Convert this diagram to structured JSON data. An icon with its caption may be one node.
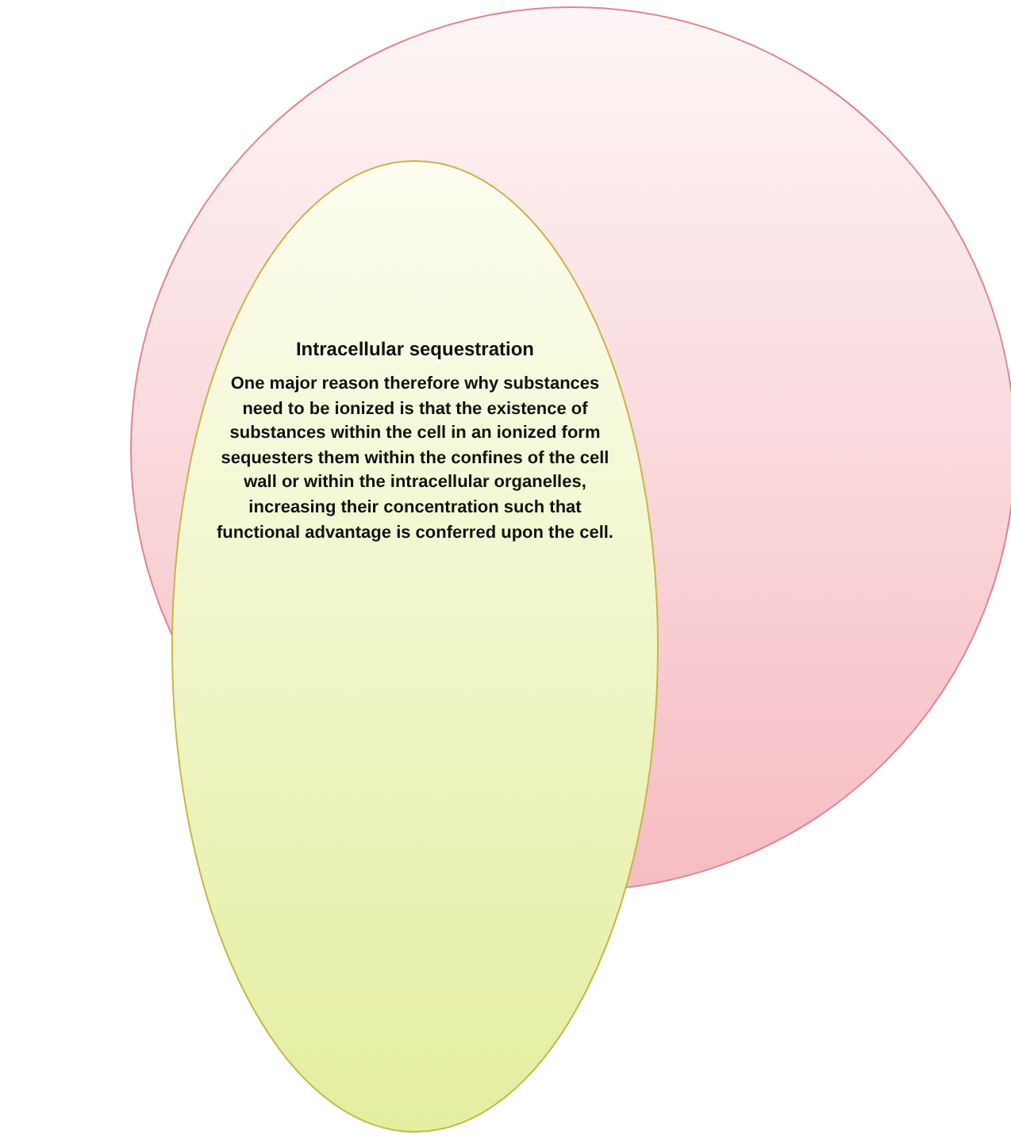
{
  "diagram": {
    "nodes": [
      {
        "text": [],
        "shape": "circle"
      },
      {
        "text": [
          "Intracellular sequestration",
          "One major reason therefore why substances need to be ionized is that the existence of substances within the cell in an ionized form sequesters them within the confines of the cell wall or within the intracellular organelles, increasing their concentration such that functional advantage is conferred upon the cell."
        ]
      }
    ]
  }
}
